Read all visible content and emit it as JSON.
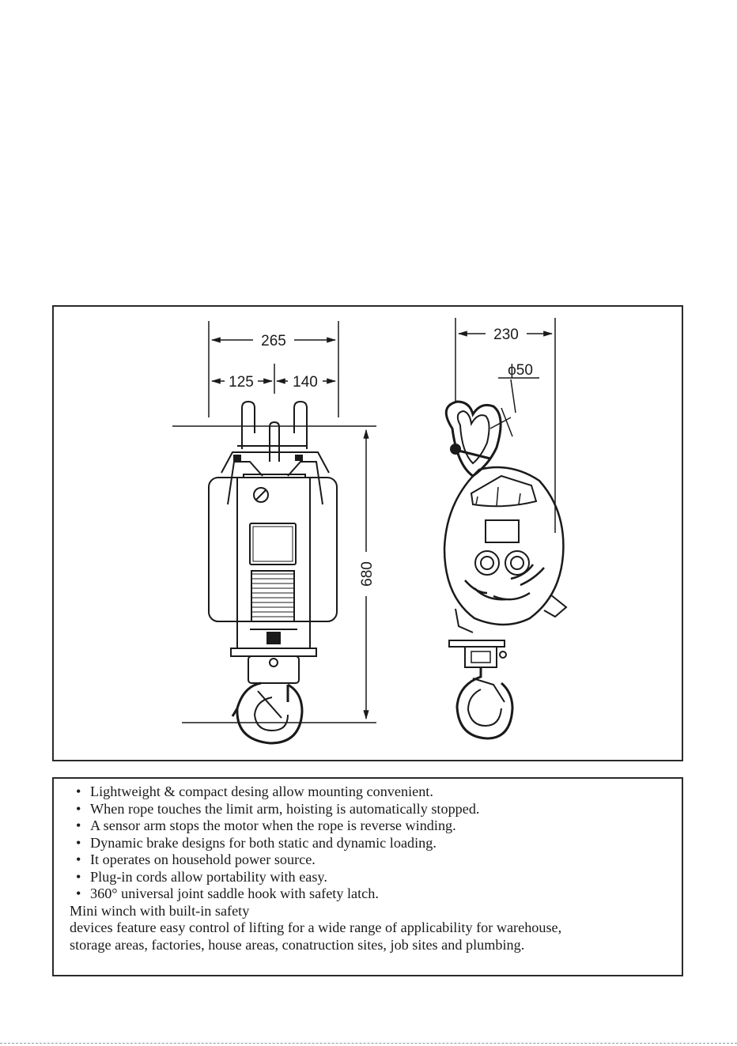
{
  "drawing": {
    "dimensions": {
      "total_width": "265",
      "left_half": "125",
      "right_half": "140",
      "height": "680",
      "side_width": "230",
      "hook_diameter": "ϕ50"
    }
  },
  "features": {
    "bullets": [
      "Lightweight & compact desing allow mounting convenient.",
      "When rope touches the limit arm, hoisting is automatically stopped.",
      "A sensor arm stops the motor when the rope is reverse winding.",
      "Dynamic brake designs for both static and dynamic loading.",
      "It operates on household power source.",
      "Plug-in cords allow portability with easy.",
      "360°  universal joint saddle hook with safety latch."
    ],
    "description_lines": [
      "Mini winch with built-in safety",
      "devices feature easy control of lifting for a wide range of applicability for warehouse,",
      "storage areas, factories, house areas, conatruction sites, job sites and plumbing."
    ]
  }
}
